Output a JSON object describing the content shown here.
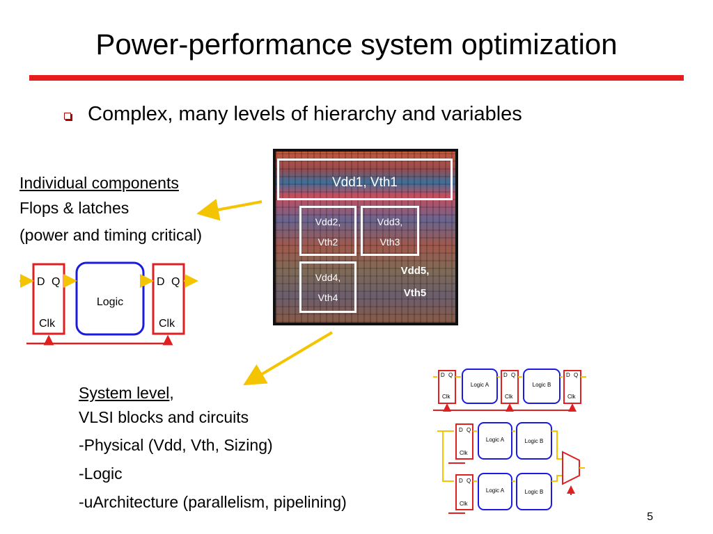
{
  "slide": {
    "title": "Power-performance system optimization",
    "bullet": "Complex, many levels of hierarchy and variables",
    "page_number": "5"
  },
  "individual": {
    "heading": "Individual components",
    "line1": "Flops & latches",
    "line2": "(power and timing critical)"
  },
  "system": {
    "heading": "System level",
    "heading_suffix": ",",
    "line1": "VLSI blocks and circuits",
    "line2": "-Physical (Vdd, Vth, Sizing)",
    "line3": "-Logic",
    "line4": "-uArchitecture (parallelism, pipelining)"
  },
  "chip": {
    "region1": "Vdd1, Vth1",
    "region2_a": "Vdd2,",
    "region2_b": "Vth2",
    "region3_a": "Vdd3,",
    "region3_b": "Vth3",
    "region4_a": "Vdd4,",
    "region4_b": "Vth4",
    "region5_a": "Vdd5,",
    "region5_b": "Vth5"
  },
  "diagram": {
    "ff_d": "D",
    "ff_q": "Q",
    "ff_clk": "Clk",
    "logic": "Logic",
    "logic_a": "Logic A",
    "logic_b": "Logic B"
  },
  "colors": {
    "title_rule": "#e81c1c",
    "flipflop": "#e02020",
    "logic_block": "#1a1ae0",
    "arrow": "#f5c400",
    "clock_wire": "#e02020",
    "bullet": "#b00000"
  }
}
